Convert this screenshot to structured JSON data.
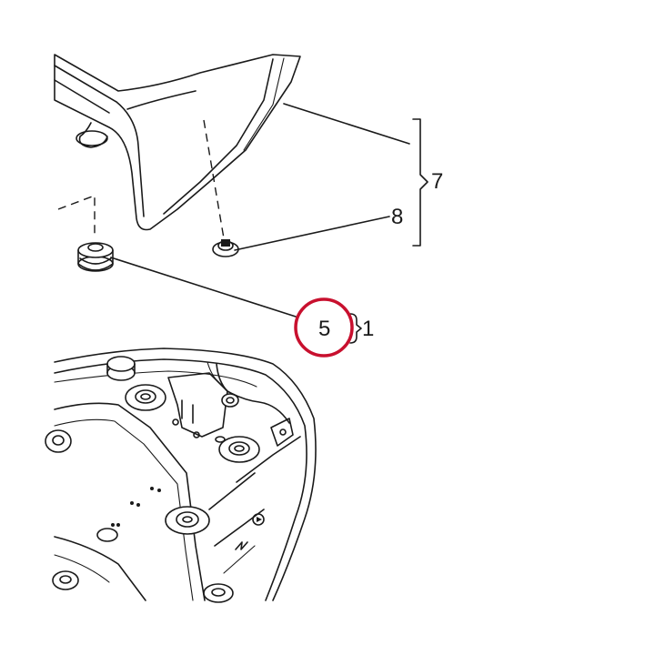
{
  "callouts": {
    "seat_assembly": "7",
    "seat_grommet": "8",
    "rubber_damper": "5",
    "damper_kit": "1"
  },
  "highlight": {
    "target": "5",
    "color": "#c8102e"
  },
  "line_color": "#1a1a1a"
}
